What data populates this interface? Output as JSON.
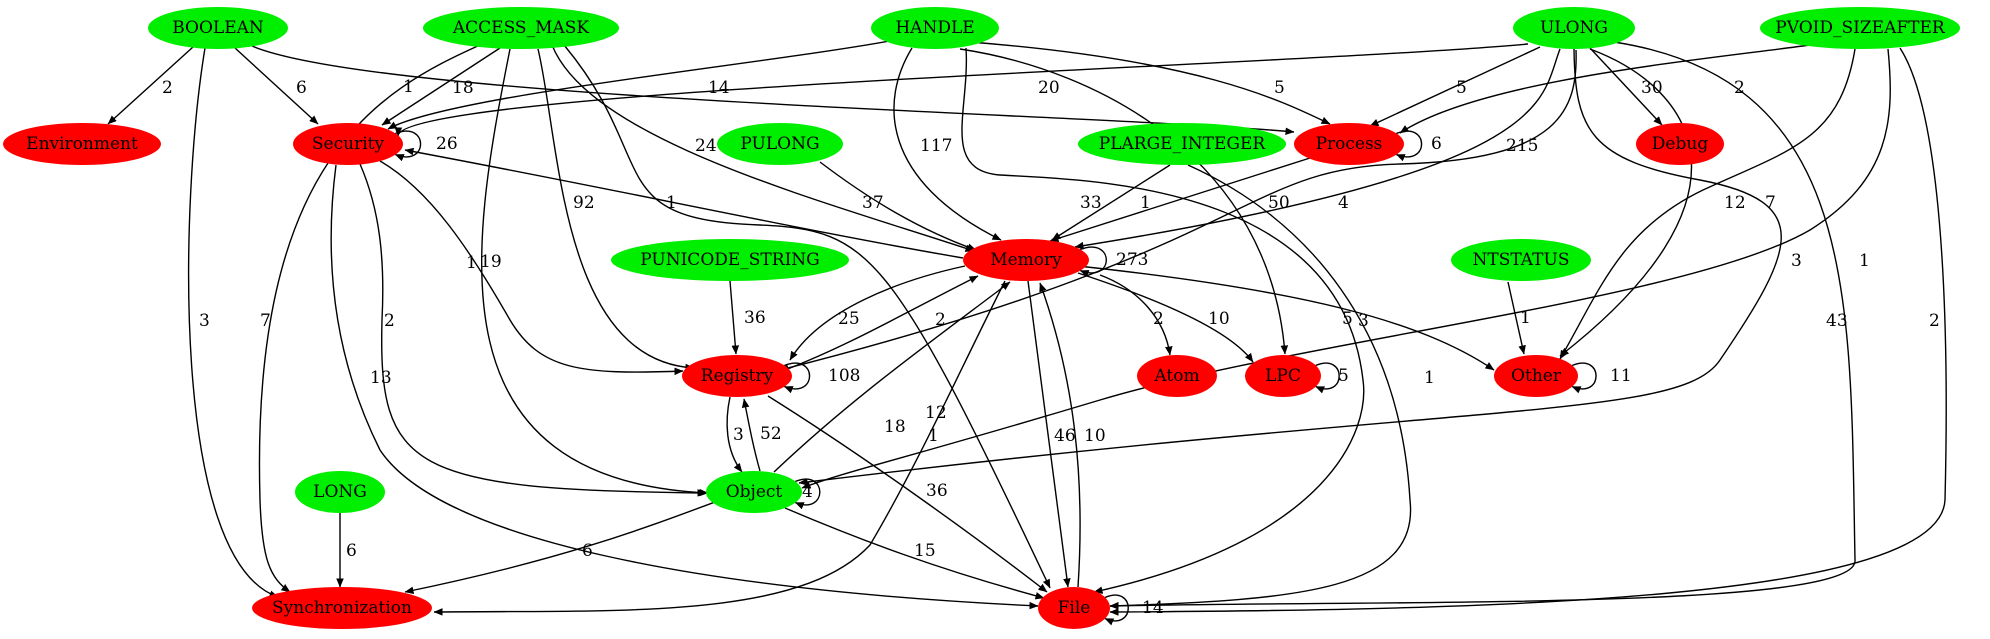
{
  "colors": {
    "type_node": "#00ee00",
    "category_node": "#ff0000",
    "edge": "#000000"
  },
  "nodes": [
    {
      "id": "BOOLEAN",
      "label": "BOOLEAN",
      "kind": "type"
    },
    {
      "id": "ACCESS_MASK",
      "label": "ACCESS_MASK",
      "kind": "type"
    },
    {
      "id": "HANDLE",
      "label": "HANDLE",
      "kind": "type"
    },
    {
      "id": "ULONG",
      "label": "ULONG",
      "kind": "type"
    },
    {
      "id": "PVOID_SIZEAFTER",
      "label": "PVOID_SIZEAFTER",
      "kind": "type"
    },
    {
      "id": "Environment",
      "label": "Environment",
      "kind": "category"
    },
    {
      "id": "Security",
      "label": "Security",
      "kind": "category"
    },
    {
      "id": "PULONG",
      "label": "PULONG",
      "kind": "type"
    },
    {
      "id": "PLARGE_INTEGER",
      "label": "PLARGE_INTEGER",
      "kind": "type"
    },
    {
      "id": "Process",
      "label": "Process",
      "kind": "category"
    },
    {
      "id": "Debug",
      "label": "Debug",
      "kind": "category"
    },
    {
      "id": "PUNICODE_STRING",
      "label": "PUNICODE_STRING",
      "kind": "type"
    },
    {
      "id": "Memory",
      "label": "Memory",
      "kind": "category"
    },
    {
      "id": "NTSTATUS",
      "label": "NTSTATUS",
      "kind": "type"
    },
    {
      "id": "Registry",
      "label": "Registry",
      "kind": "category"
    },
    {
      "id": "Atom",
      "label": "Atom",
      "kind": "category"
    },
    {
      "id": "LPC",
      "label": "LPC",
      "kind": "category"
    },
    {
      "id": "Other",
      "label": "Other",
      "kind": "category"
    },
    {
      "id": "LONG",
      "label": "LONG",
      "kind": "type"
    },
    {
      "id": "Object",
      "label": "Object",
      "kind": "type"
    },
    {
      "id": "Synchronization",
      "label": "Synchronization",
      "kind": "category"
    },
    {
      "id": "File",
      "label": "File",
      "kind": "category"
    }
  ],
  "edges": [
    {
      "from": "BOOLEAN",
      "to": "Environment",
      "label": "2"
    },
    {
      "from": "BOOLEAN",
      "to": "Security",
      "label": "6"
    },
    {
      "from": "BOOLEAN",
      "to": "Process",
      "label": "1"
    },
    {
      "from": "BOOLEAN",
      "to": "Synchronization",
      "label": "3"
    },
    {
      "from": "ACCESS_MASK",
      "to": "Security",
      "label": "18"
    },
    {
      "from": "ACCESS_MASK",
      "to": "Synchronization",
      "label": "7"
    },
    {
      "from": "ACCESS_MASK",
      "to": "Object",
      "label": "1"
    },
    {
      "from": "ACCESS_MASK",
      "to": "Registry",
      "label": "92"
    },
    {
      "from": "ACCESS_MASK",
      "to": "Memory",
      "label": "24"
    },
    {
      "from": "ACCESS_MASK",
      "to": "File",
      "label": "18"
    },
    {
      "from": "HANDLE",
      "to": "Security",
      "label": "14"
    },
    {
      "from": "HANDLE",
      "to": "Memory",
      "label": "117"
    },
    {
      "from": "HANDLE",
      "to": "Process",
      "label": "5"
    },
    {
      "from": "HANDLE",
      "to": "LPC",
      "label": "4"
    },
    {
      "from": "HANDLE",
      "to": "File",
      "label": "3"
    },
    {
      "from": "ULONG",
      "to": "Security",
      "label": "20"
    },
    {
      "from": "ULONG",
      "to": "Process",
      "label": "5"
    },
    {
      "from": "ULONG",
      "to": "Debug",
      "label": "30"
    },
    {
      "from": "ULONG",
      "to": "Memory",
      "label": "215"
    },
    {
      "from": "ULONG",
      "to": "Other",
      "label": "12"
    },
    {
      "from": "ULONG",
      "to": "Object",
      "label": "3"
    },
    {
      "from": "ULONG",
      "to": "File",
      "label": "43"
    },
    {
      "from": "ULONG",
      "to": "Registry",
      "label": "50"
    },
    {
      "from": "PVOID_SIZEAFTER",
      "to": "Process",
      "label": "2"
    },
    {
      "from": "PVOID_SIZEAFTER",
      "to": "Other",
      "label": "7"
    },
    {
      "from": "PVOID_SIZEAFTER",
      "to": "Object",
      "label": "1"
    },
    {
      "from": "PVOID_SIZEAFTER",
      "to": "File",
      "label": "2"
    },
    {
      "from": "Security",
      "to": "Security",
      "label": "26"
    },
    {
      "from": "Security",
      "to": "Registry",
      "label": "19"
    },
    {
      "from": "Security",
      "to": "Object",
      "label": "2"
    },
    {
      "from": "Security",
      "to": "File",
      "label": "13"
    },
    {
      "from": "Memory",
      "to": "Security",
      "label": "1"
    },
    {
      "from": "PULONG",
      "to": "Memory",
      "label": "37"
    },
    {
      "from": "PLARGE_INTEGER",
      "to": "Memory",
      "label": "33"
    },
    {
      "from": "PLARGE_INTEGER",
      "to": "File",
      "label": "1"
    },
    {
      "from": "Process",
      "to": "Process",
      "label": "6"
    },
    {
      "from": "Process",
      "to": "Memory",
      "label": "1"
    },
    {
      "from": "Memory",
      "to": "Memory",
      "label": "273"
    },
    {
      "from": "Memory",
      "to": "Registry",
      "label": "25"
    },
    {
      "from": "Memory",
      "to": "Atom",
      "label": "2"
    },
    {
      "from": "Memory",
      "to": "LPC",
      "label": "10"
    },
    {
      "from": "Memory",
      "to": "Other",
      "label": "5"
    },
    {
      "from": "Memory",
      "to": "File",
      "label": "46"
    },
    {
      "from": "Memory",
      "to": "Synchronization",
      "label": "1"
    },
    {
      "from": "PUNICODE_STRING",
      "to": "Registry",
      "label": "36"
    },
    {
      "from": "Registry",
      "to": "Memory",
      "label": "2"
    },
    {
      "from": "Registry",
      "to": "Registry",
      "label": "108"
    },
    {
      "from": "Registry",
      "to": "Object",
      "label": "3"
    },
    {
      "from": "Registry",
      "to": "File",
      "label": "36"
    },
    {
      "from": "Object",
      "to": "Registry",
      "label": "52"
    },
    {
      "from": "Object",
      "to": "Memory",
      "label": "12"
    },
    {
      "from": "Object",
      "to": "Object",
      "label": "4"
    },
    {
      "from": "Object",
      "to": "Synchronization",
      "label": "6"
    },
    {
      "from": "Object",
      "to": "File",
      "label": "15"
    },
    {
      "from": "NTSTATUS",
      "to": "Other",
      "label": "1"
    },
    {
      "from": "Other",
      "to": "Other",
      "label": "11"
    },
    {
      "from": "LPC",
      "to": "LPC",
      "label": "5"
    },
    {
      "from": "LONG",
      "to": "Synchronization",
      "label": "6"
    },
    {
      "from": "File",
      "to": "Memory",
      "label": "10"
    },
    {
      "from": "File",
      "to": "File",
      "label": "14"
    }
  ]
}
